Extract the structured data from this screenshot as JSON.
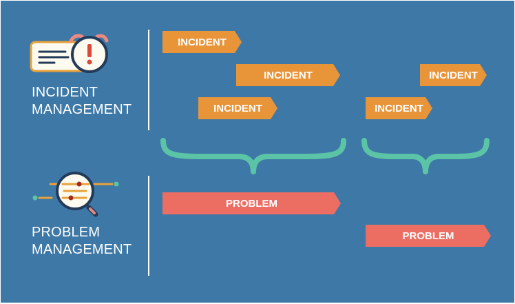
{
  "colors": {
    "background": "#3e78a6",
    "incident": "#e8953a",
    "problem": "#ec6e63",
    "brace": "#5cc4a6",
    "text": "#ffffff",
    "icon_dark": "#233a58"
  },
  "incident_section": {
    "label_line1": "INCIDENT",
    "label_line2": "MANAGEMENT",
    "icon": "alarm-clock-notification-icon",
    "tags": [
      {
        "label": "INCIDENT"
      },
      {
        "label": "INCIDENT"
      },
      {
        "label": "INCIDENT"
      },
      {
        "label": "INCIDENT"
      },
      {
        "label": "INCIDENT"
      }
    ]
  },
  "problem_section": {
    "label_line1": "PROBLEM",
    "label_line2": "MANAGEMENT",
    "icon": "magnifier-analysis-icon",
    "tags": [
      {
        "label": "PROBLEM"
      },
      {
        "label": "PROBLEM"
      }
    ]
  }
}
